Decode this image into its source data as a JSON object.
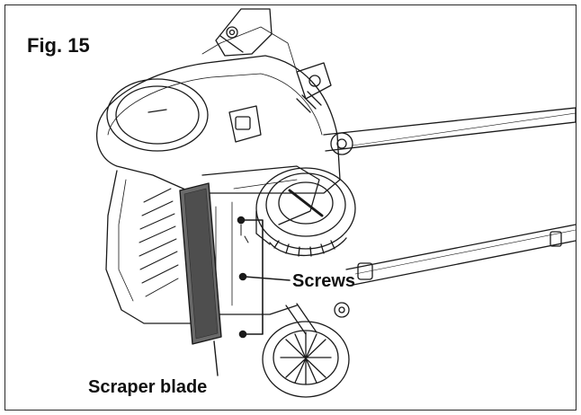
{
  "figure": {
    "label": "Fig. 15"
  },
  "callouts": {
    "screws": "Screws",
    "scraper_blade": "Scraper blade"
  },
  "colors": {
    "line": "#1a1a1a",
    "blade_fill": "#6a6a6a",
    "frame": "#2a2a2a"
  }
}
